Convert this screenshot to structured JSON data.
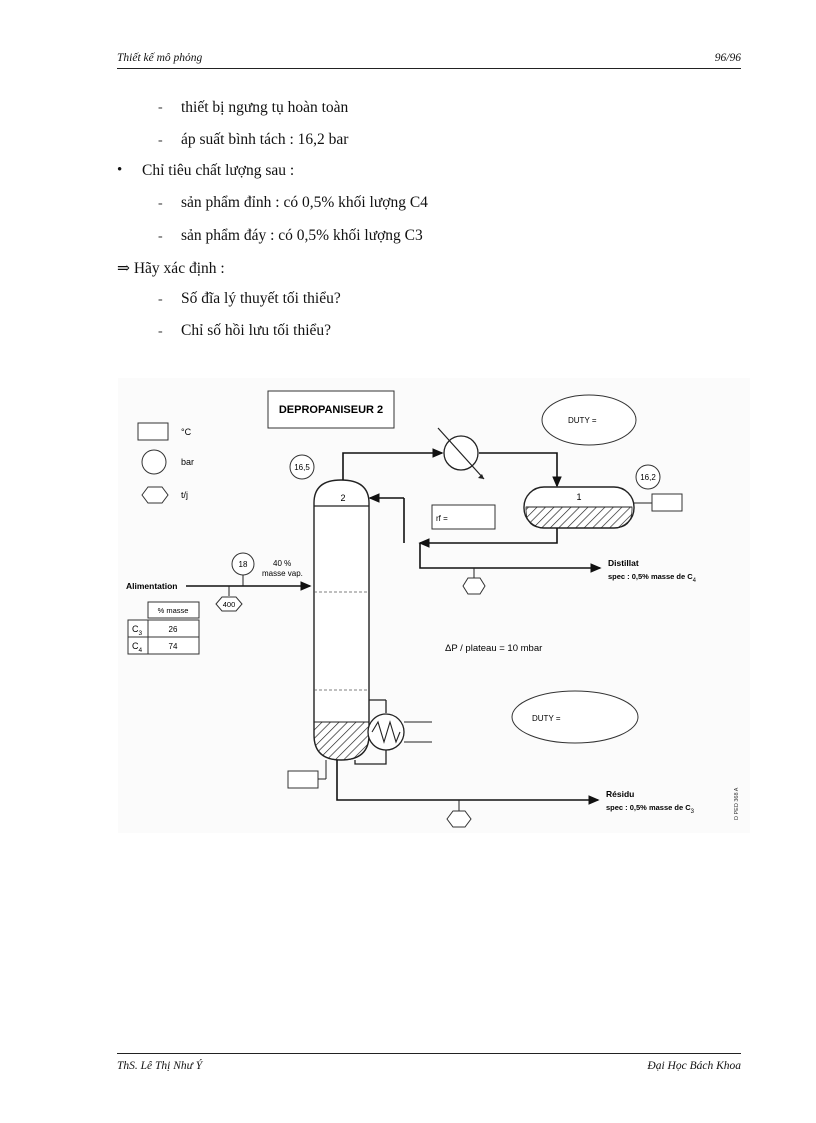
{
  "header": {
    "left": "Thiết kế mô phỏng",
    "right": "96/96"
  },
  "footer": {
    "left": "ThS. Lê Thị Như Ý",
    "right": "Đại Học Bách Khoa"
  },
  "content": {
    "sub1": "thiết bị ngưng tụ  hoàn toàn",
    "sub2": "áp suất bình tách : 16,2 bar",
    "bullet": "Chỉ tiêu chất lượng sau :",
    "sub3": "sản phẩm đỉnh : có 0,5% khối lượng  C4",
    "sub4": "sản phẩm đáy : có 0,5% khối lượng  C3",
    "arrow_line": "⇒ Hãy xác định :",
    "sub5": "Số đĩa lý thuyết tối thiểu?",
    "sub6": "Chỉ số hồi lưu tối thiểu?",
    "dash": "-"
  },
  "diagram": {
    "title": "DEPROPANISEUR 2",
    "duty_top": "DUTY =",
    "duty_bottom": "DUTY =",
    "legend_temp": "°C",
    "legend_bar": "bar",
    "legend_tj": "t/j",
    "pressure_top": "16,5",
    "pressure_drum": "16,2",
    "stage_top": "2",
    "stage_drum": "1",
    "rf_label": "rf =",
    "feed_temp": "18",
    "feed_vap_pct": "40 %",
    "feed_vap_text": "masse vap.",
    "feed_label": "Alimentation",
    "feed_flow": "400",
    "table_header": "% masse",
    "table_rows": [
      {
        "comp": "C",
        "sub": "3",
        "val": "26"
      },
      {
        "comp": "C",
        "sub": "4",
        "val": "74"
      }
    ],
    "distillat_label": "Distillat",
    "distillat_spec": "spec : 0,5% masse de C",
    "distillat_sub": "4",
    "dp_text": "ΔP / plateau = 10 mbar",
    "residu_label": "Résidu",
    "residu_spec": "spec : 0,5% masse de C",
    "residu_sub": "3",
    "side_code": "D PED 368 A"
  }
}
